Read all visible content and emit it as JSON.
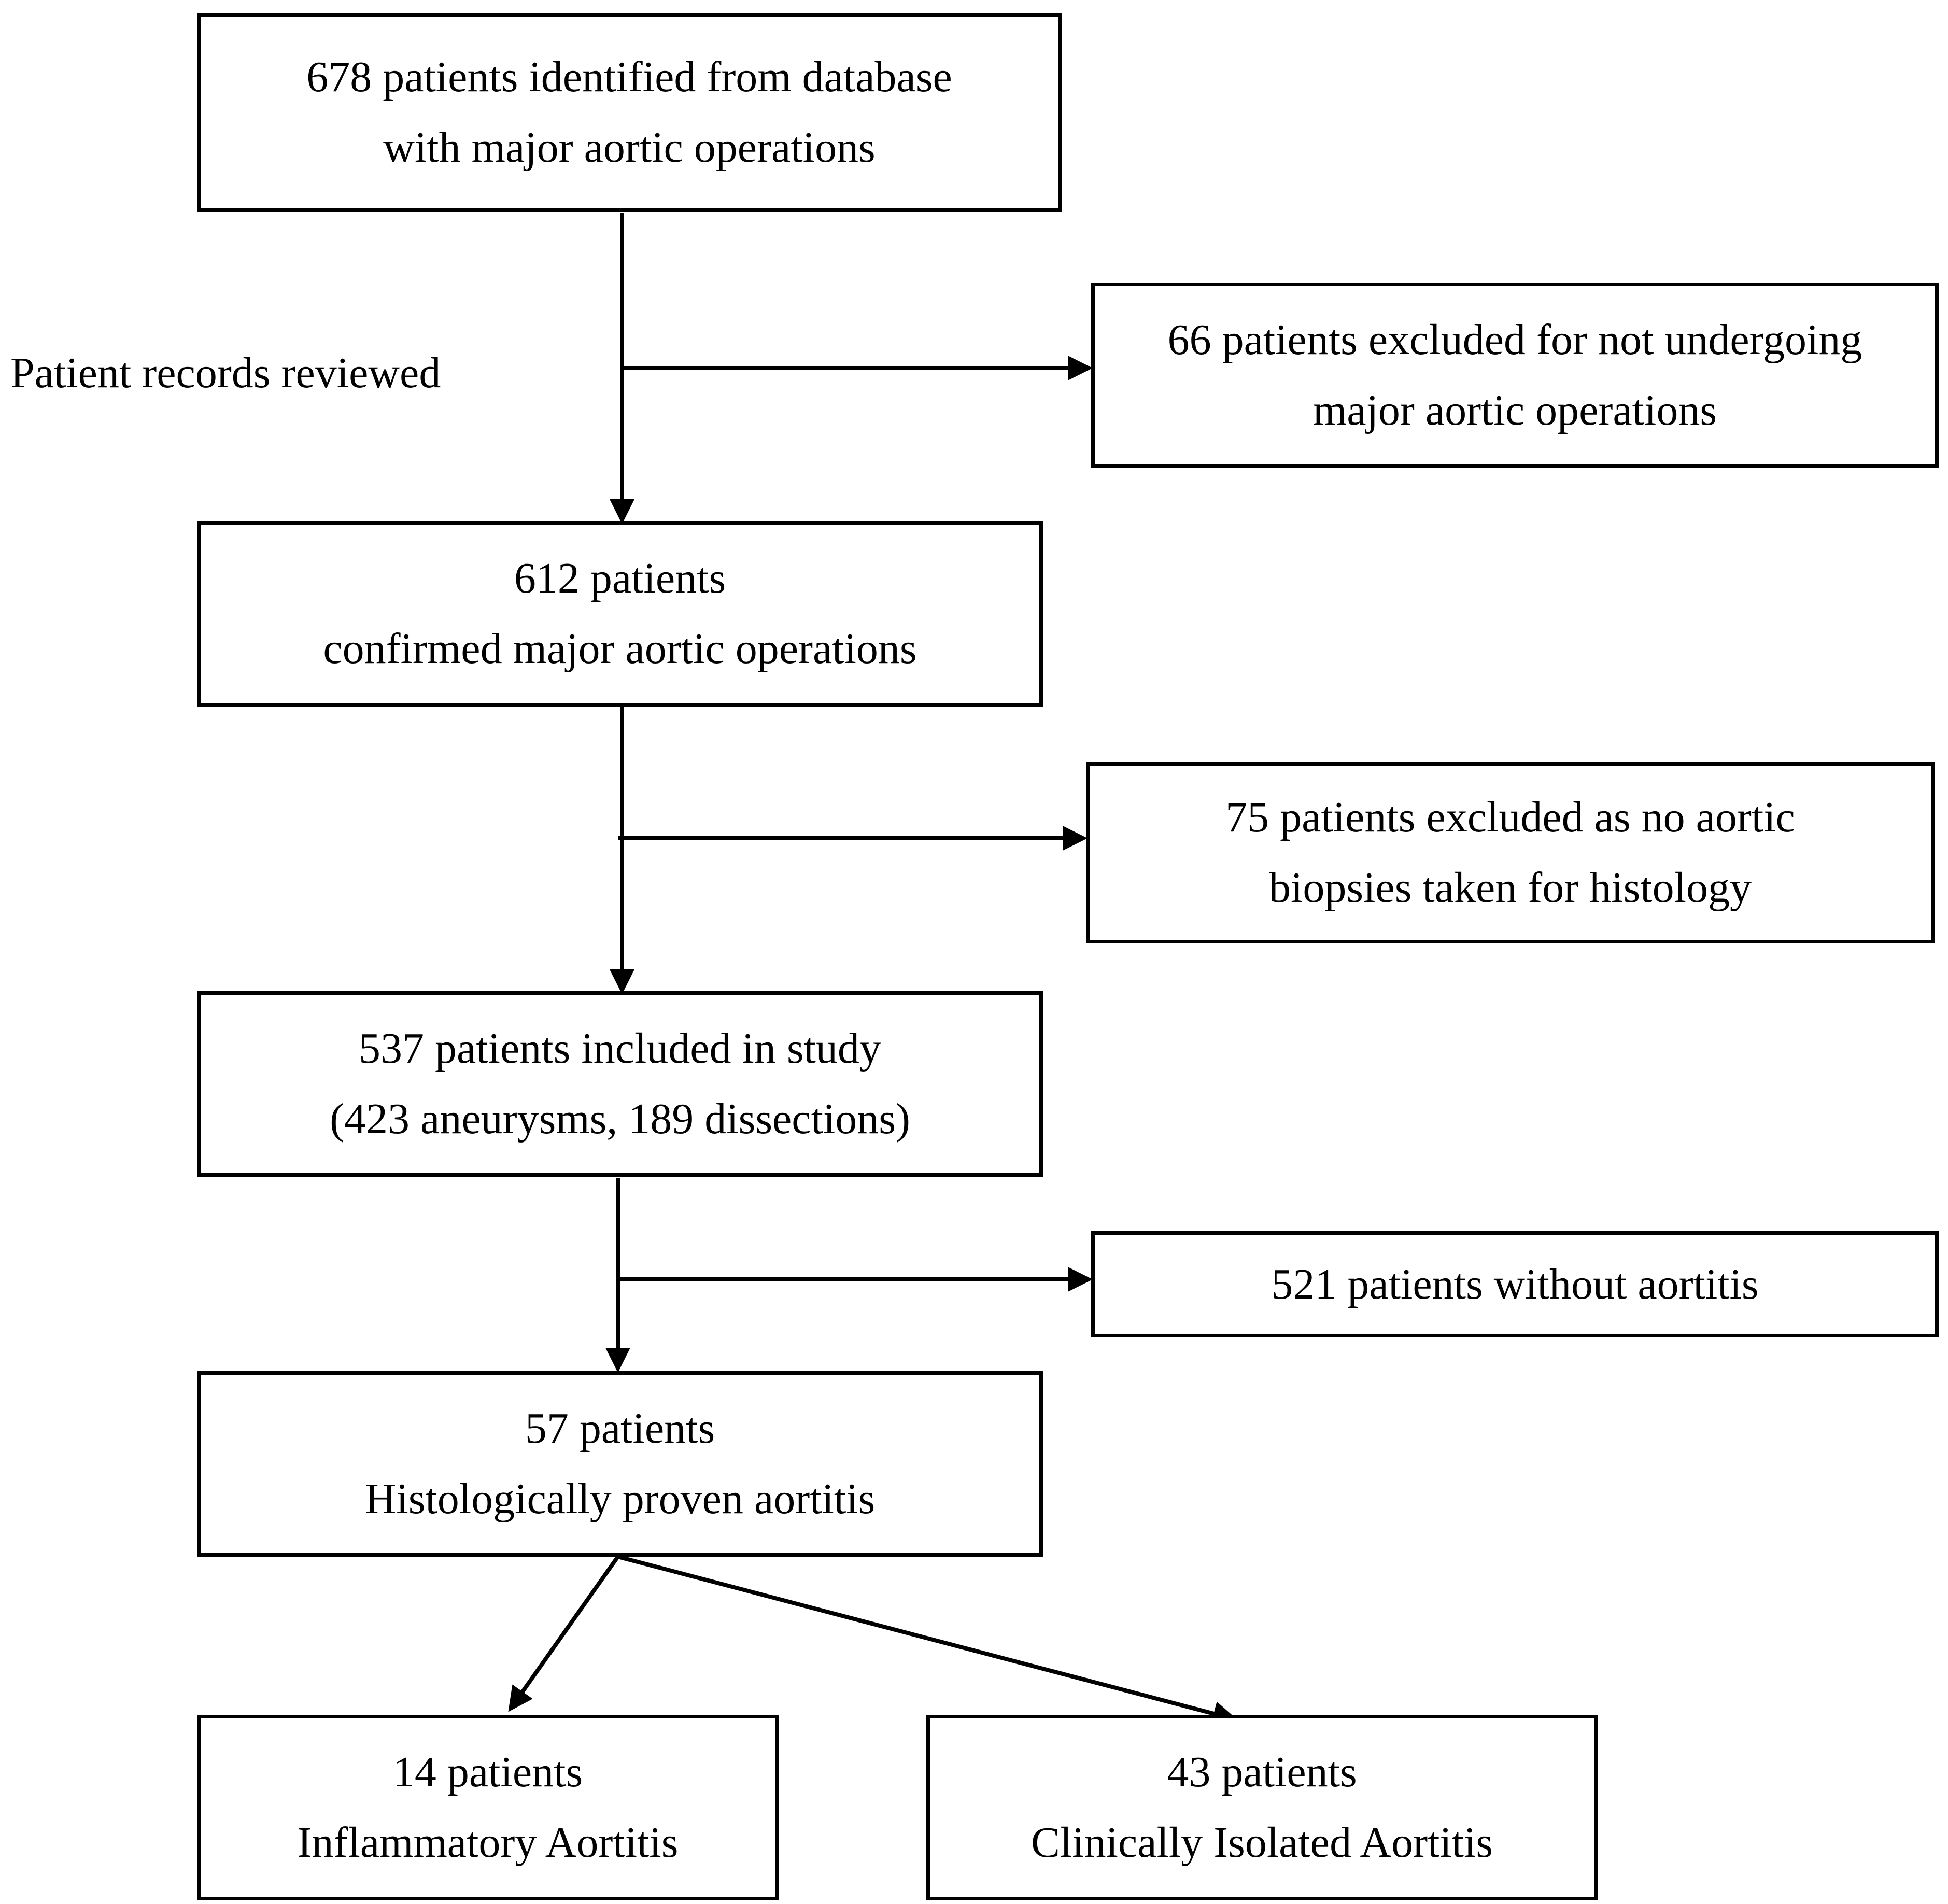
{
  "flowchart": {
    "side_label": "Patient records reviewed",
    "boxes": {
      "identified": {
        "line1": "678 patients identified from database",
        "line2": "with major aortic operations"
      },
      "excluded_not_major": {
        "line1": "66 patients excluded for not undergoing",
        "line2": "major aortic operations"
      },
      "confirmed": {
        "line1": "612 patients",
        "line2": "confirmed major aortic operations"
      },
      "excluded_no_biopsy": {
        "line1": "75 patients excluded as no aortic",
        "line2": "biopsies taken for histology"
      },
      "included": {
        "line1": "537 patients included in study",
        "line2": "(423 aneurysms, 189 dissections)"
      },
      "without_aortitis": {
        "line1": "521 patients without aortitis"
      },
      "proven": {
        "line1": "57 patients",
        "line2": "Histologically proven aortitis"
      },
      "inflammatory": {
        "line1": "14 patients",
        "line2": "Inflammatory Aortitis"
      },
      "isolated": {
        "line1": "43 patients",
        "line2": "Clinically Isolated Aortitis"
      }
    }
  }
}
